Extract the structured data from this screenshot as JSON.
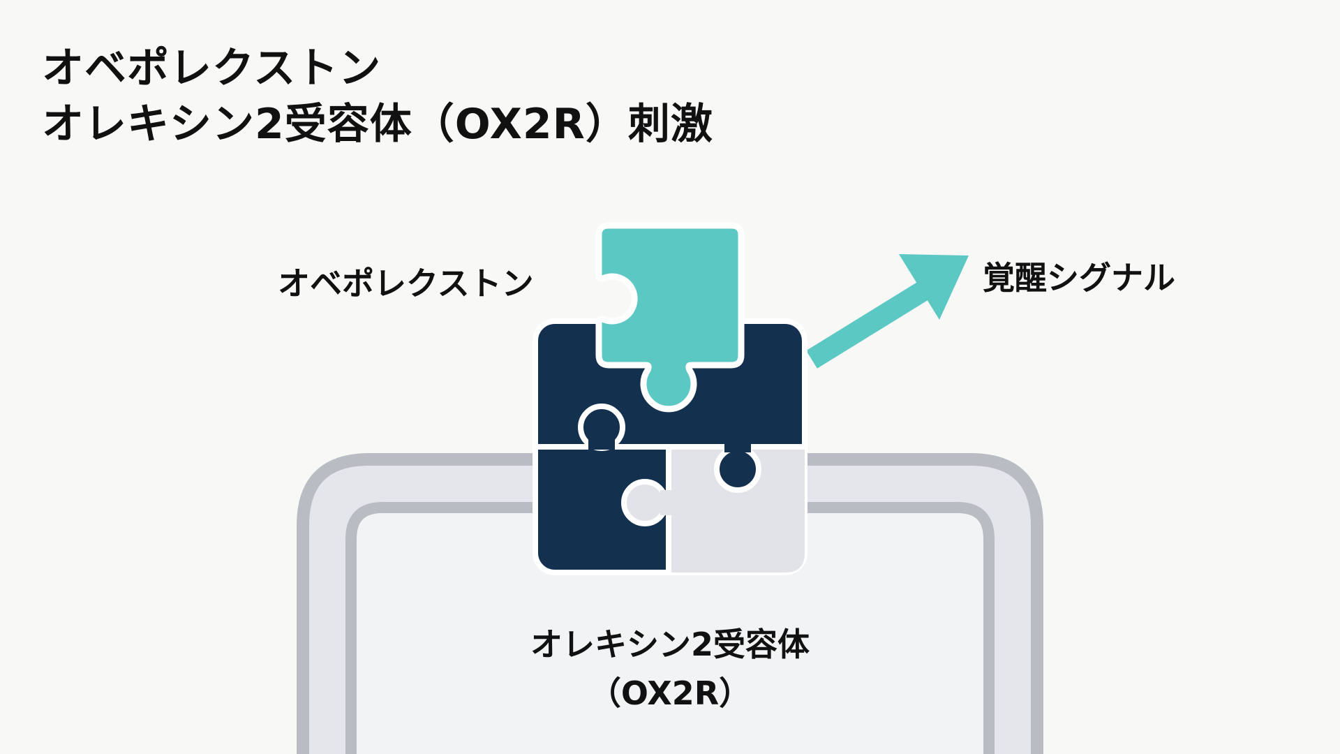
{
  "title": {
    "line1": "オベポレクストン",
    "line2": "オレキシン2受容体（OX2R）刺激"
  },
  "diagram": {
    "ligand_label": "オベポレクストン",
    "signal_label": "覚醒シグナル",
    "receptor_label_line1": "オレキシン2受容体",
    "receptor_label_line2": "（OX2R）"
  },
  "colors": {
    "teal": "#5cc8c4",
    "navy": "#14304f",
    "light_piece": "#e1e3e8",
    "tray_border": "#b9bcc3",
    "tray_fill": "#f2f3f5"
  }
}
